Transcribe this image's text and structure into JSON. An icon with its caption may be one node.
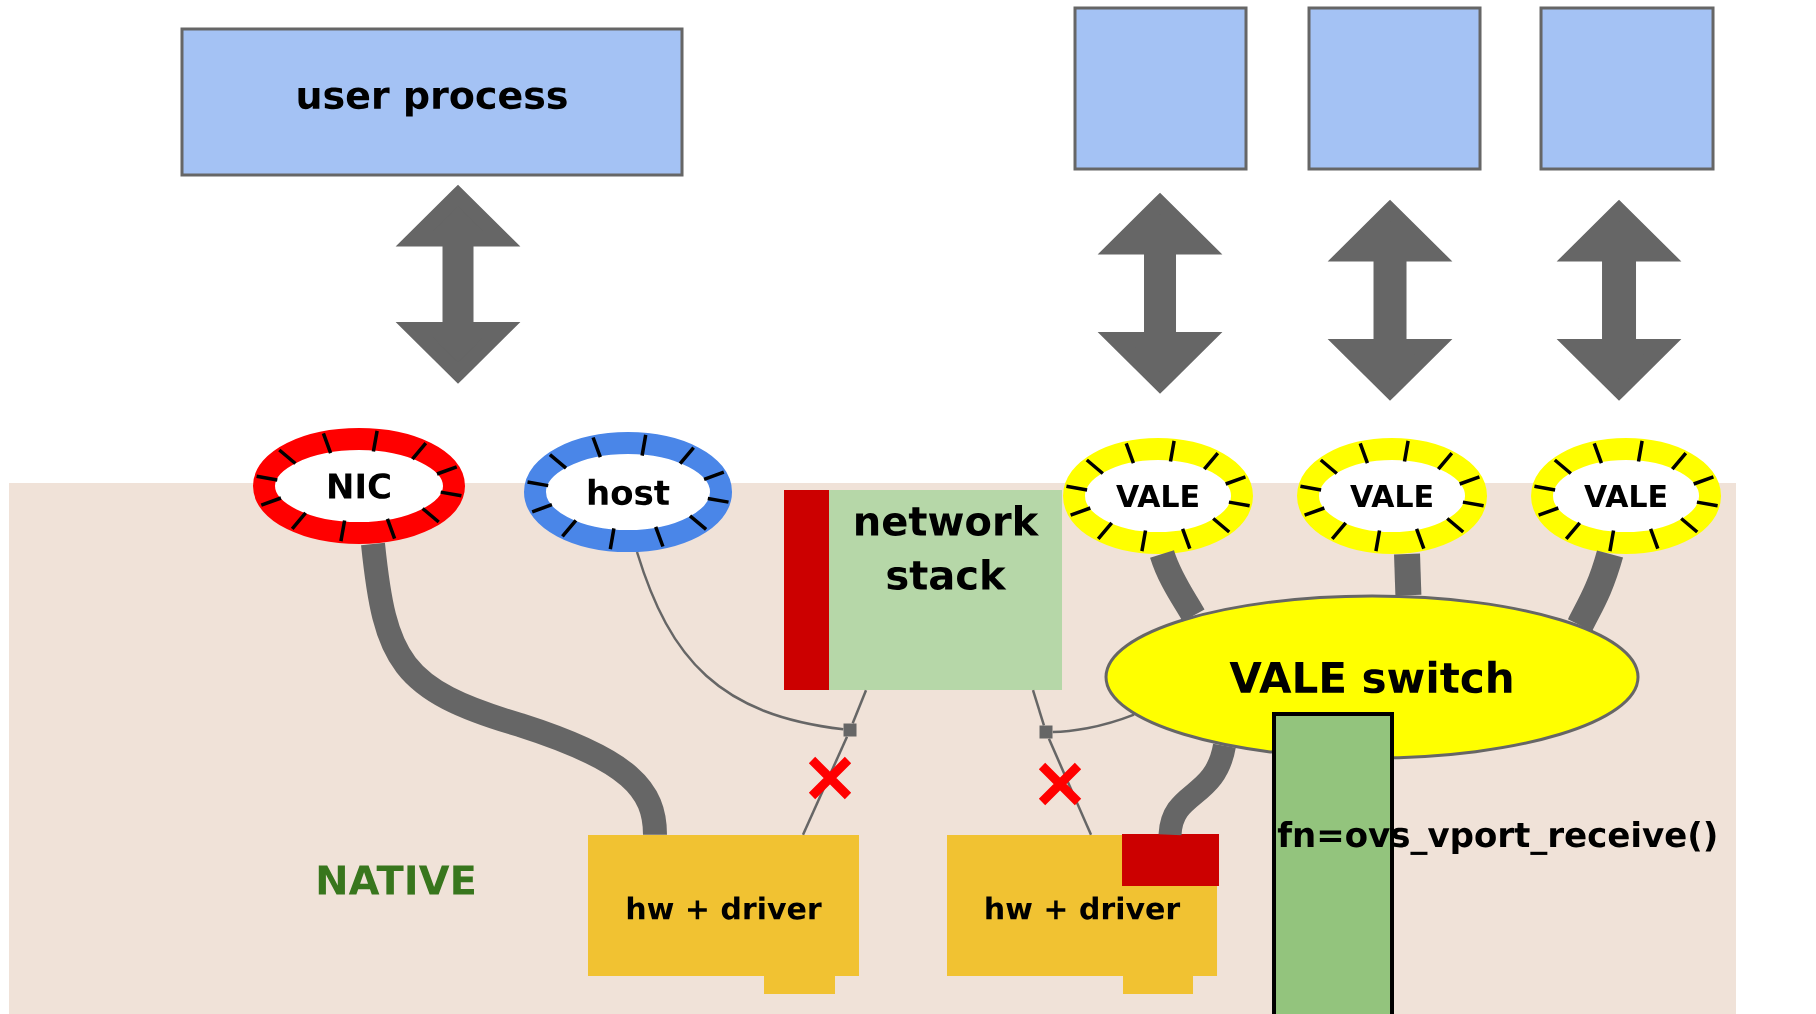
{
  "diagram": {
    "nodes": [
      {
        "text": [
          "user process"
        ]
      },
      {
        "text": [],
        "shape": "box"
      },
      {
        "text": [],
        "shape": "box"
      },
      {
        "text": [],
        "shape": "box"
      },
      {
        "text": [
          "NIC"
        ]
      },
      {
        "text": [
          "host"
        ]
      },
      {
        "text": [
          "VALE"
        ]
      },
      {
        "text": [
          "VALE"
        ]
      },
      {
        "text": [
          "VALE"
        ]
      },
      {
        "text": [
          "network stack"
        ]
      },
      {
        "text": [
          "VALE switch"
        ]
      },
      {
        "text": [
          "hw + driver"
        ]
      },
      {
        "text": [
          "hw + driver"
        ]
      },
      {
        "text": [
          "fn=ovs_vport_receive()"
        ]
      },
      {
        "text": [],
        "shape": "box"
      },
      {
        "text": [],
        "shape": "box"
      }
    ],
    "edges": [
      {
        "from": 0,
        "to": 4,
        "arrow": "both"
      },
      {
        "from": 1,
        "to": 6,
        "arrow": "both"
      },
      {
        "from": 2,
        "to": 7,
        "arrow": "both"
      },
      {
        "from": 3,
        "to": 8,
        "arrow": "both"
      },
      {
        "from": 4,
        "to": 11,
        "arrow": "none"
      },
      {
        "from": 5,
        "to": 14,
        "arrow": "none"
      },
      {
        "from": 9,
        "to": 14,
        "arrow": "none"
      },
      {
        "from": 14,
        "to": 11,
        "arrow": "none"
      },
      {
        "from": 6,
        "to": 10,
        "arrow": "none"
      },
      {
        "from": 7,
        "to": 10,
        "arrow": "none"
      },
      {
        "from": 8,
        "to": 10,
        "arrow": "none"
      },
      {
        "from": 10,
        "to": 15,
        "arrow": "none"
      },
      {
        "from": 9,
        "to": 15,
        "arrow": "none"
      },
      {
        "from": 15,
        "to": 12,
        "arrow": "none"
      },
      {
        "from": 10,
        "to": 12,
        "arrow": "none"
      }
    ],
    "labels": [
      "NATIVE"
    ]
  }
}
